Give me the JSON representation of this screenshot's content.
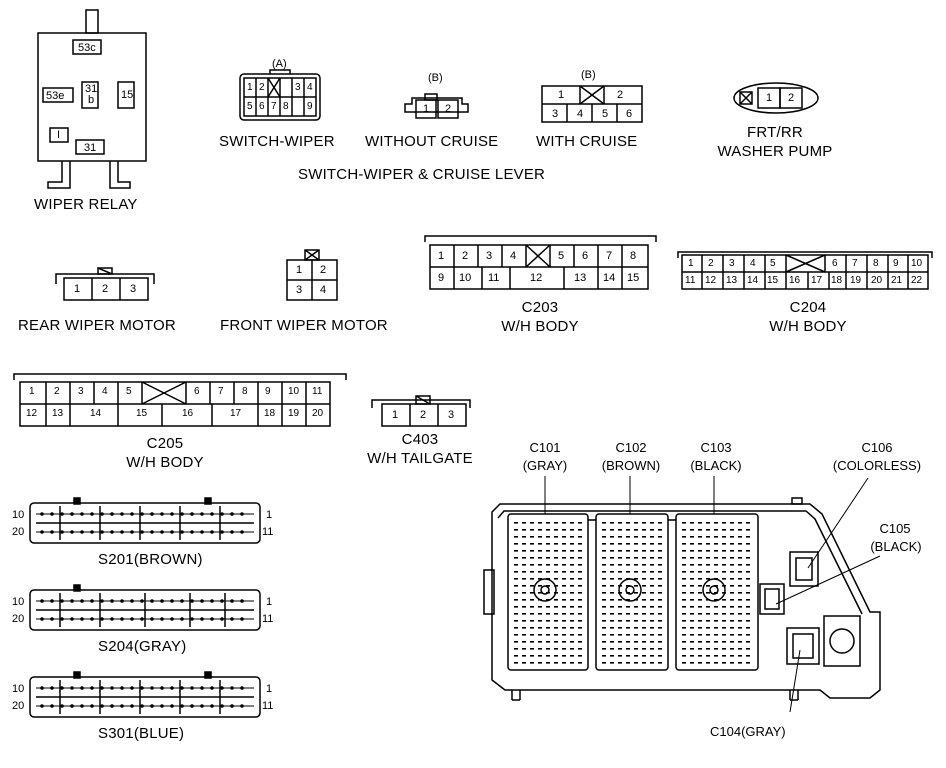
{
  "relay": {
    "terminals": [
      "53c",
      "53e",
      "31\nb",
      "15",
      "I",
      "31"
    ],
    "title": "WIPER RELAY"
  },
  "switch_wiper": {
    "variant": "(A)",
    "pins_top": [
      "1",
      "2",
      "3",
      "4"
    ],
    "pins_bottom": [
      "5",
      "6",
      "7",
      "8",
      "9"
    ],
    "title": "SWITCH-WIPER"
  },
  "without_cruise": {
    "variant": "(B)",
    "pins": [
      "1",
      "2"
    ],
    "title": "WITHOUT CRUISE"
  },
  "with_cruise": {
    "variant": "(B)",
    "pins_top": [
      "1",
      "2"
    ],
    "pins_bottom": [
      "3",
      "4",
      "5",
      "6"
    ],
    "title": "WITH CRUISE"
  },
  "group_title": "SWITCH-WIPER & CRUISE LEVER",
  "washer": {
    "pins": [
      "1",
      "2"
    ],
    "title_line1": "FRT/RR",
    "title_line2": "WASHER PUMP"
  },
  "rear_motor": {
    "pins": [
      "1",
      "2",
      "3"
    ],
    "title": "REAR WIPER MOTOR"
  },
  "front_motor": {
    "pins_top": [
      "1",
      "2"
    ],
    "pins_bottom": [
      "3",
      "4"
    ],
    "title": "FRONT WIPER MOTOR"
  },
  "c203": {
    "pins_top": [
      "1",
      "2",
      "3",
      "4",
      "5",
      "6",
      "7",
      "8"
    ],
    "pins_bottom": [
      "9",
      "10",
      "11",
      "12",
      "13",
      "14",
      "15"
    ],
    "title": "C203",
    "subtitle": "W/H BODY"
  },
  "c204": {
    "pins_top": [
      "1",
      "2",
      "3",
      "4",
      "5",
      "6",
      "7",
      "8",
      "9",
      "10"
    ],
    "pins_bottom": [
      "11",
      "12",
      "13",
      "14",
      "15",
      "16",
      "17",
      "18",
      "19",
      "20",
      "21",
      "22"
    ],
    "title": "C204",
    "subtitle": "W/H BODY"
  },
  "c205": {
    "pins_top": [
      "1",
      "2",
      "3",
      "4",
      "5",
      "6",
      "7",
      "8",
      "9",
      "10",
      "11"
    ],
    "pins_bottom": [
      "12",
      "13",
      "14",
      "15",
      "16",
      "17",
      "18",
      "19",
      "20"
    ],
    "title": "C205",
    "subtitle": "W/H BODY"
  },
  "c403": {
    "pins": [
      "1",
      "2",
      "3"
    ],
    "title": "C403",
    "subtitle": "W/H TAILGATE"
  },
  "splices": [
    {
      "title": "S201(BROWN)",
      "left_top": "10",
      "left_bottom": "20",
      "right_top": "1",
      "right_bottom": "11"
    },
    {
      "title": "S204(GRAY)",
      "left_top": "10",
      "left_bottom": "20",
      "right_top": "1",
      "right_bottom": "11"
    },
    {
      "title": "S301(BLUE)",
      "left_top": "10",
      "left_bottom": "20",
      "right_top": "1",
      "right_bottom": "11"
    }
  ],
  "junction_block": {
    "c101": {
      "name": "C101",
      "color": "(GRAY)"
    },
    "c102": {
      "name": "C102",
      "color": "(BROWN)"
    },
    "c103": {
      "name": "C103",
      "color": "(BLACK)"
    },
    "c106": {
      "name": "C106",
      "color": "(COLORLESS)"
    },
    "c105": {
      "name": "C105",
      "color": "(BLACK)"
    },
    "c104": {
      "name": "C104(GRAY)"
    }
  }
}
